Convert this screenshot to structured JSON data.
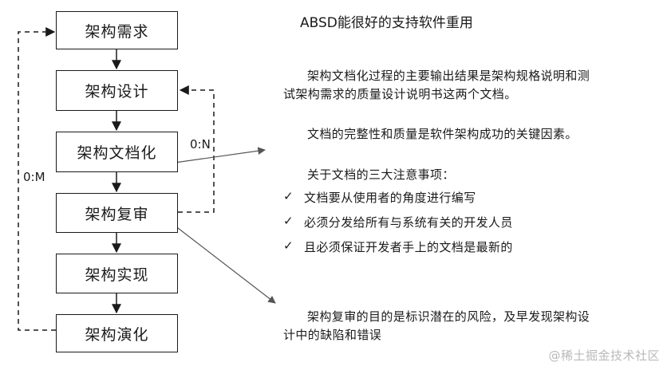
{
  "title": "ABSD能很好的支持软件重用",
  "flow": {
    "steps": [
      "架构需求",
      "架构设计",
      "架构文档化",
      "架构复审",
      "架构实现",
      "架构演化"
    ],
    "loop_labels": {
      "inner": "0:N",
      "outer": "0:M"
    }
  },
  "notes": {
    "doc_para1": "架构文档化过程的主要输出结果是架构规格说明和测试架构需求的质量设计说明书这两个文档。",
    "doc_para2": "文档的完整性和质量是软件架构成功的关键因素。",
    "doc_heading": "关于文档的三大注意事项：",
    "checks": [
      "文档要从使用者的角度进行编写",
      "必须分发给所有与系统有关的开发人员",
      "且必须保证开发者手上的文档是最新的"
    ],
    "review_para": "架构复审的目的是标识潜在的风险，及早发现架构设计中的缺陷和错误"
  },
  "check_glyph": "✓",
  "watermark": "@稀土掘金技术社区"
}
